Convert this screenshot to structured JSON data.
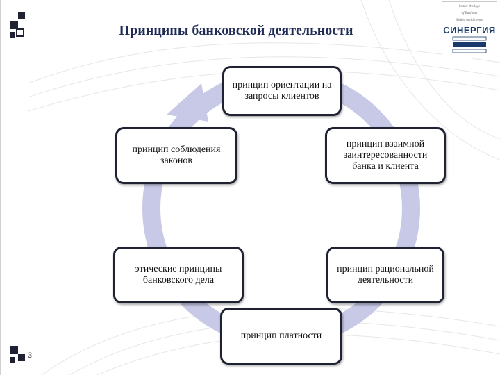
{
  "slide": {
    "title": "Принципы банковской деятельности",
    "page_number": "3"
  },
  "logo": {
    "small_lines": [
      "Senior Wollege",
      "of Business",
      "Skilled and Science"
    ],
    "name": "СИНЕРГИЯ"
  },
  "principles": {
    "top": "принцип ориентации на запросы клиентов",
    "upper_right": "принцип взаимной заинтересованности банка и клиента",
    "lower_right": "принцип рациональной деятельности",
    "bottom": "принцип платности",
    "lower_left": "этические принципы банковского дела",
    "upper_left": "принцип соблюдения законов"
  },
  "colors": {
    "title": "#1f2b55",
    "ring": "#c7c9e6",
    "box_border": "#1e2233",
    "logo_text": "#1a3a6b"
  }
}
